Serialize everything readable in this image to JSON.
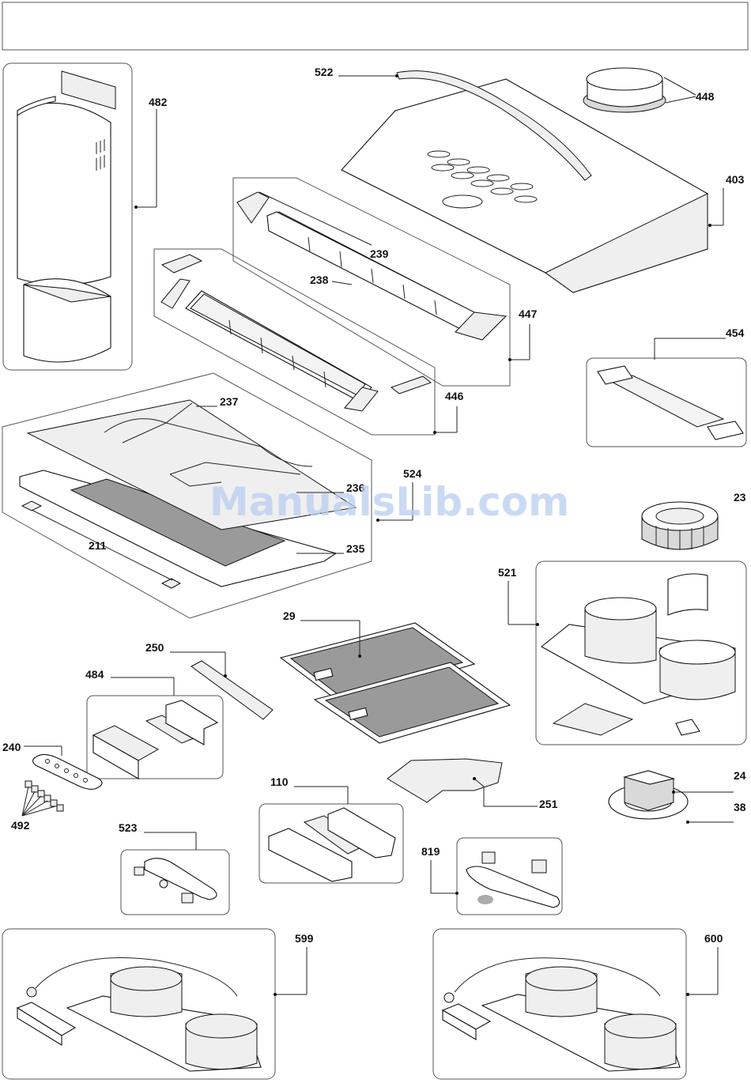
{
  "watermark": "ManualsLib.com",
  "labels": {
    "l482": "482",
    "l522": "522",
    "l448": "448",
    "l403": "403",
    "l239": "239",
    "l238": "238",
    "l447": "447",
    "l454": "454",
    "l446": "446",
    "l237": "237",
    "l236": "236",
    "l524": "524",
    "l23": "23",
    "l211": "211",
    "l235": "235",
    "l521": "521",
    "l29": "29",
    "l250": "250",
    "l484": "484",
    "l240": "240",
    "l492": "492",
    "l110": "110",
    "l251": "251",
    "l24": "24",
    "l38": "38",
    "l523": "523",
    "l819": "819",
    "l599": "599",
    "l600": "600"
  }
}
